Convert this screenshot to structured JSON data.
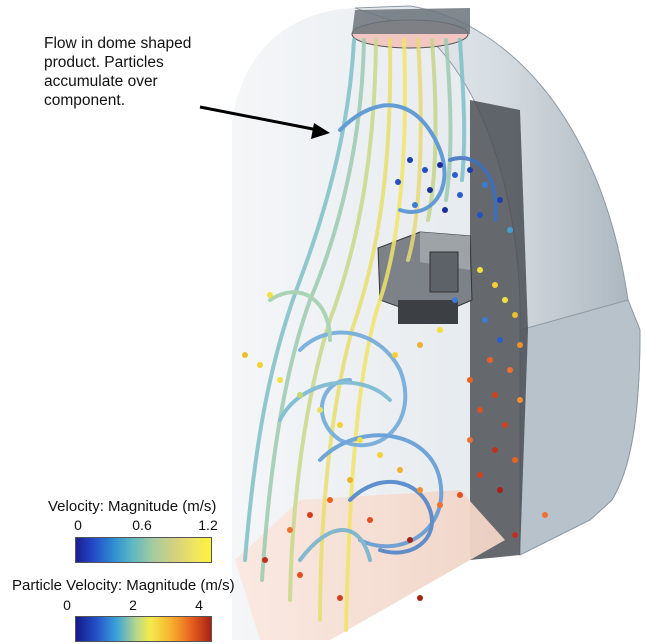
{
  "annotation": {
    "lines": [
      "Flow in dome shaped",
      "product. Particles",
      "accumulate over",
      "component."
    ]
  },
  "legend_velocity": {
    "title": "Velocity: Magnitude (m/s)",
    "ticks": [
      "0",
      "0.6",
      "1.2"
    ],
    "range": [
      0,
      1.2
    ],
    "colors": [
      "#1a1f8f",
      "#2e8fd0",
      "#a9cc9d",
      "#fff23a"
    ]
  },
  "legend_particle": {
    "title": "Particle Velocity: Magnitude (m/s)",
    "ticks": [
      "0",
      "2",
      "4"
    ],
    "range": [
      0,
      4
    ],
    "colors": [
      "#151a8a",
      "#3aa2d8",
      "#f3ea4a",
      "#e9631f",
      "#a92015"
    ]
  },
  "colors": {
    "housing": "#cfd6dc",
    "housing_shadow": "#9aa6b0",
    "inlet": "#f2c7c2",
    "floor": "#f6ddd2"
  }
}
